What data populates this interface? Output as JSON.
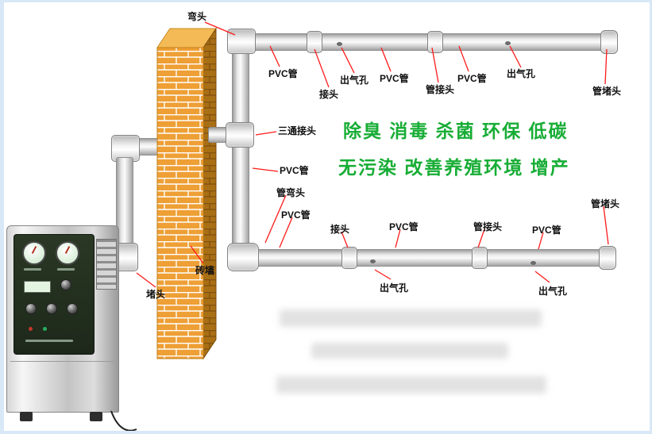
{
  "slogan": {
    "line1": "除臭 消毒 杀菌 环保 低碳",
    "line2": "无污染 改善养殖环境 增产",
    "color": "#17ad35"
  },
  "callouts": {
    "elbow_top": {
      "text": "弯头"
    },
    "pvc_top_left": {
      "text": "PVC管"
    },
    "outlet_top_left": {
      "text": "出气孔"
    },
    "joint_top": {
      "text": "接头"
    },
    "pvc_top_mid": {
      "text": "PVC管"
    },
    "coupler_top": {
      "text": "管接头"
    },
    "pvc_top_right": {
      "text": "PVC管"
    },
    "outlet_top_right": {
      "text": "出气孔"
    },
    "cap_top": {
      "text": "管堵头"
    },
    "tee_joint": {
      "text": "三通接头"
    },
    "pvc_vertical": {
      "text": "PVC管"
    },
    "pipe_elbow": {
      "text": "管弯头"
    },
    "pvc_mid_left": {
      "text": "PVC管"
    },
    "joint_mid": {
      "text": "接头"
    },
    "pvc_mid": {
      "text": "PVC管"
    },
    "coupler_mid": {
      "text": "管接头"
    },
    "pvc_mid_right": {
      "text": "PVC管"
    },
    "cap_mid": {
      "text": "管堵头"
    },
    "outlet_bottom_left": {
      "text": "出气孔"
    },
    "outlet_bottom_right": {
      "text": "出气孔"
    },
    "brick_wall": {
      "text": "砖墙"
    },
    "plug": {
      "text": "堵头"
    }
  },
  "colors": {
    "leader_line": "#ff1a1a",
    "slogan_green": "#17ad35",
    "brick_front": "#ee9f35",
    "brick_side": "#a96f15",
    "pipe_gray": "#d9d9d9"
  }
}
